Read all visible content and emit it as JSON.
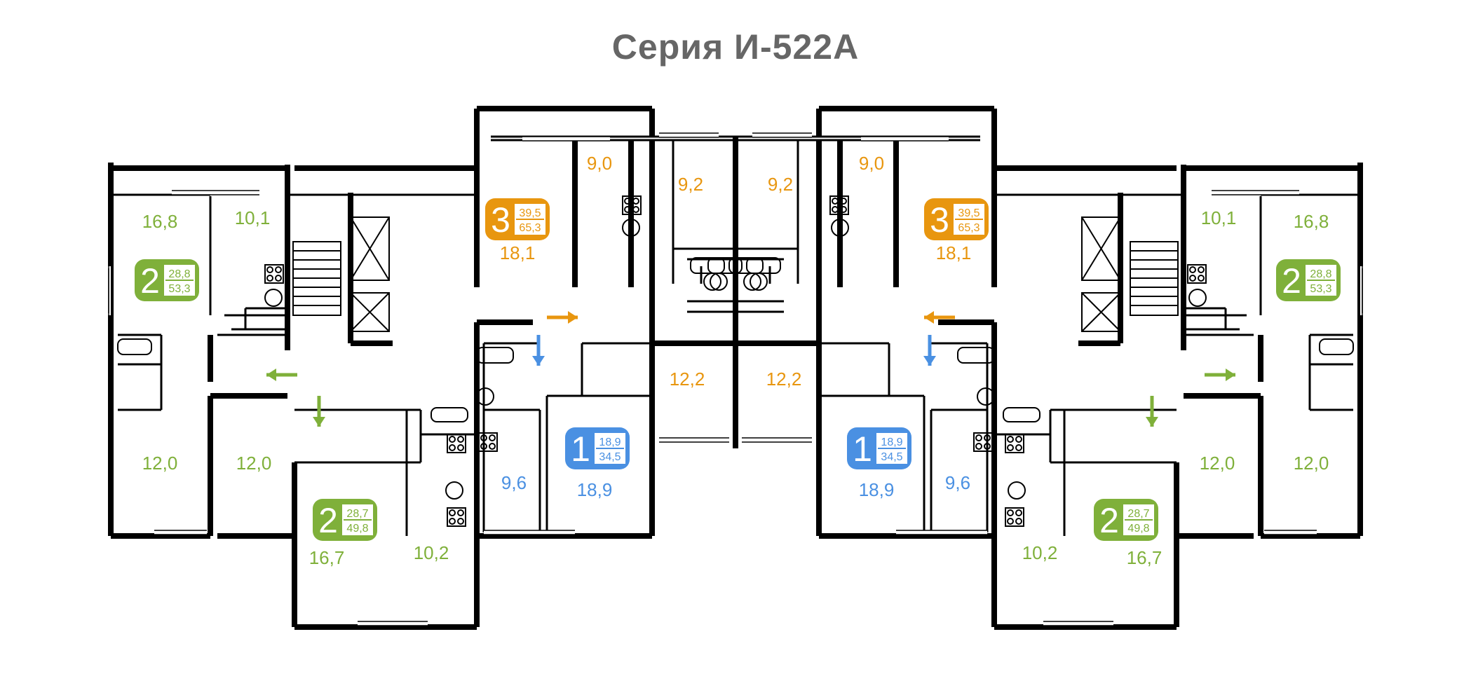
{
  "title": "Серия И-522А",
  "colors": {
    "one_room": "#4a90e2",
    "two_room": "#7fb03a",
    "three_room": "#e8960f",
    "wall": "#000000",
    "title": "#666666"
  },
  "badges": [
    {
      "id": "3-left",
      "rooms": "3",
      "living": "39,5",
      "total": "65,3",
      "kind": "three_room"
    },
    {
      "id": "3-right",
      "rooms": "3",
      "living": "39,5",
      "total": "65,3",
      "kind": "three_room"
    },
    {
      "id": "2-left-top",
      "rooms": "2",
      "living": "28,8",
      "total": "53,3",
      "kind": "two_room"
    },
    {
      "id": "2-right-top",
      "rooms": "2",
      "living": "28,8",
      "total": "53,3",
      "kind": "two_room"
    },
    {
      "id": "2-left-bottom",
      "rooms": "2",
      "living": "28,7",
      "total": "49,8",
      "kind": "two_room"
    },
    {
      "id": "2-right-bottom",
      "rooms": "2",
      "living": "28,7",
      "total": "49,8",
      "kind": "two_room"
    },
    {
      "id": "1-left",
      "rooms": "1",
      "living": "18,9",
      "total": "34,5",
      "kind": "one_room"
    },
    {
      "id": "1-right",
      "rooms": "1",
      "living": "18,9",
      "total": "34,5",
      "kind": "one_room"
    }
  ],
  "room_areas": [
    {
      "value": "16,8",
      "kind": "two_room"
    },
    {
      "value": "10,1",
      "kind": "two_room"
    },
    {
      "value": "12,0",
      "kind": "two_room"
    },
    {
      "value": "12,0",
      "kind": "two_room"
    },
    {
      "value": "16,7",
      "kind": "two_room"
    },
    {
      "value": "10,2",
      "kind": "two_room"
    },
    {
      "value": "9,0",
      "kind": "three_room"
    },
    {
      "value": "9,2",
      "kind": "three_room"
    },
    {
      "value": "18,1",
      "kind": "three_room"
    },
    {
      "value": "12,2",
      "kind": "three_room"
    },
    {
      "value": "9,6",
      "kind": "one_room"
    },
    {
      "value": "18,9",
      "kind": "one_room"
    },
    {
      "value": "9,2",
      "kind": "three_room"
    },
    {
      "value": "9,0",
      "kind": "three_room"
    },
    {
      "value": "18,1",
      "kind": "three_room"
    },
    {
      "value": "12,2",
      "kind": "three_room"
    },
    {
      "value": "18,9",
      "kind": "one_room"
    },
    {
      "value": "9,6",
      "kind": "one_room"
    },
    {
      "value": "10,1",
      "kind": "two_room"
    },
    {
      "value": "16,8",
      "kind": "two_room"
    },
    {
      "value": "12,0",
      "kind": "two_room"
    },
    {
      "value": "12,0",
      "kind": "two_room"
    },
    {
      "value": "10,2",
      "kind": "two_room"
    },
    {
      "value": "16,7",
      "kind": "two_room"
    }
  ],
  "entry_arrows": [
    {
      "id": "arrow-3-left",
      "kind": "three_room",
      "dir": "right"
    },
    {
      "id": "arrow-3-right",
      "kind": "three_room",
      "dir": "left"
    },
    {
      "id": "arrow-1-left",
      "kind": "one_room",
      "dir": "down"
    },
    {
      "id": "arrow-1-right",
      "kind": "one_room",
      "dir": "down"
    },
    {
      "id": "arrow-2top-left",
      "kind": "two_room",
      "dir": "left"
    },
    {
      "id": "arrow-2top-right",
      "kind": "two_room",
      "dir": "right"
    },
    {
      "id": "arrow-2bottom-left",
      "kind": "two_room",
      "dir": "down"
    },
    {
      "id": "arrow-2bottom-right",
      "kind": "two_room",
      "dir": "down"
    }
  ]
}
